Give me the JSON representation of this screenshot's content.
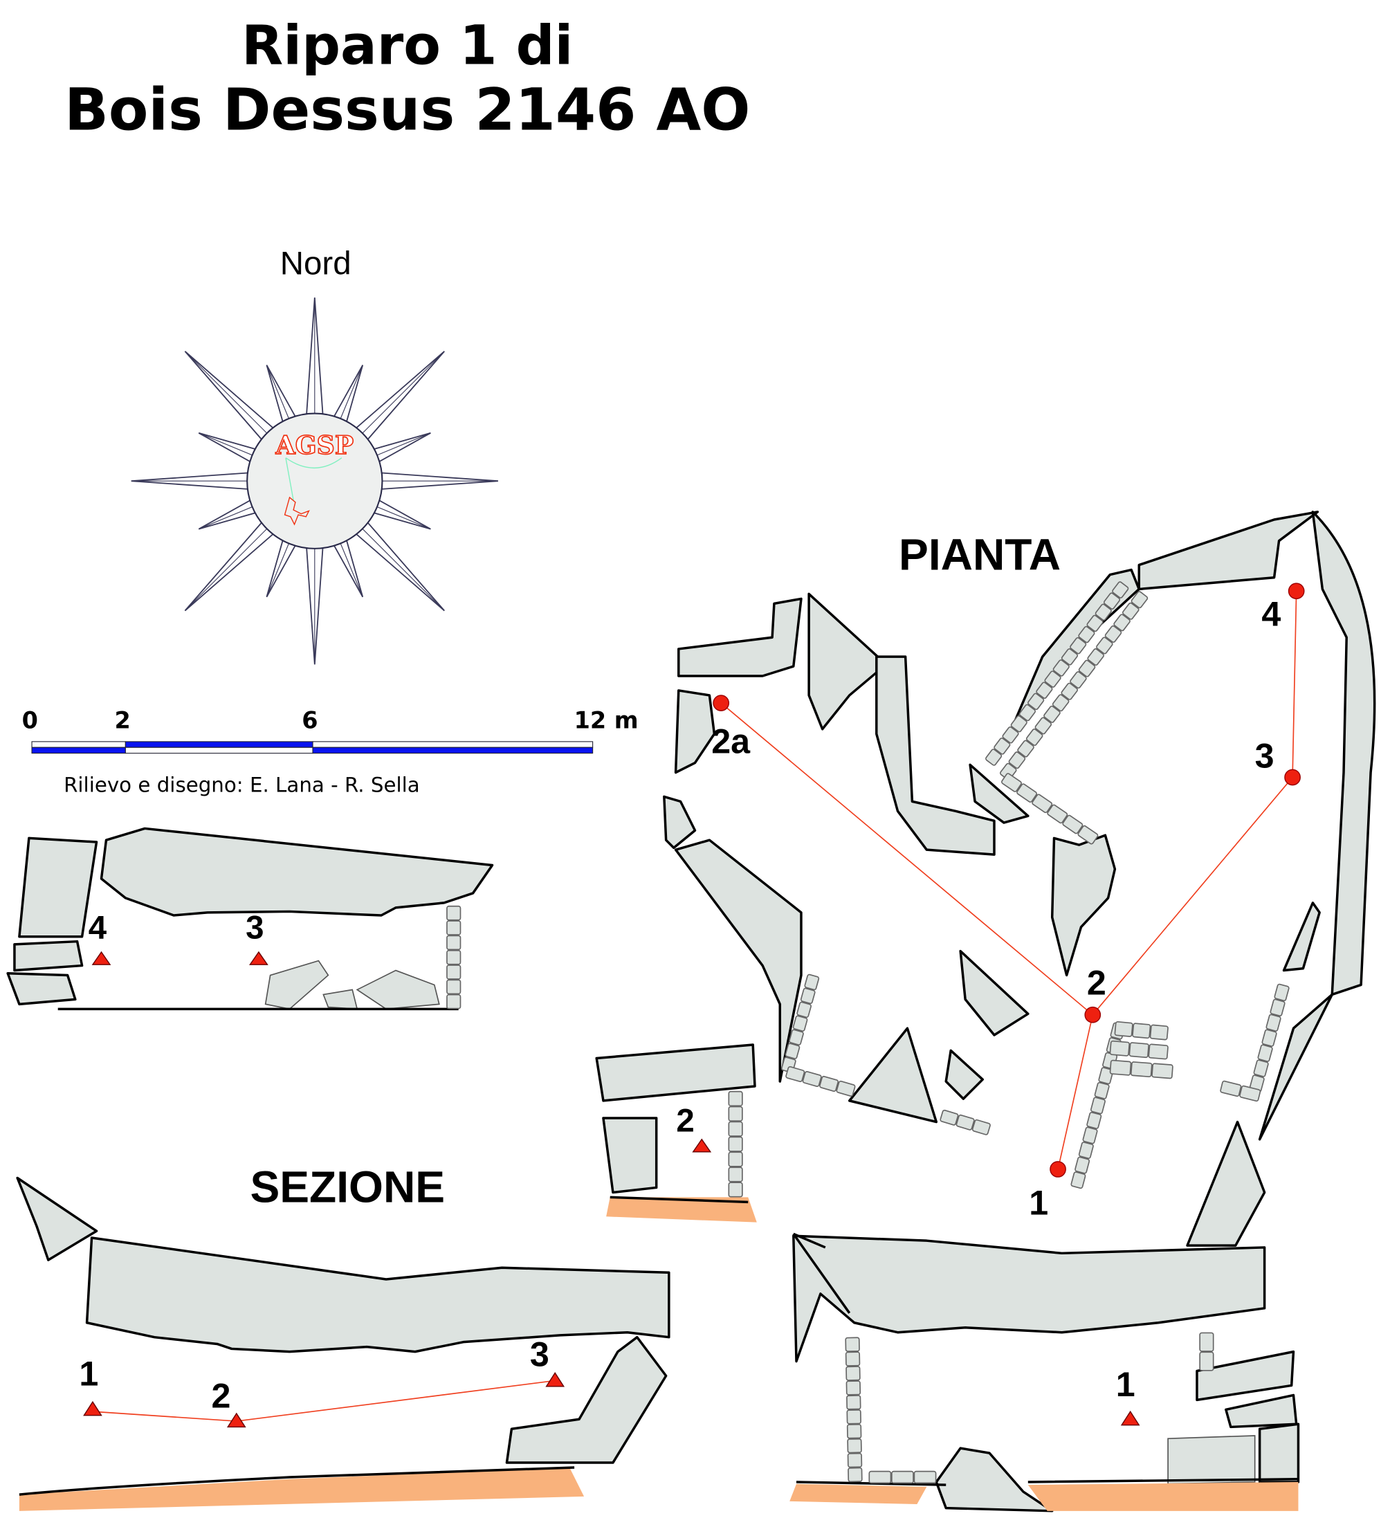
{
  "title": {
    "line1": "Riparo 1 di",
    "line2": "Bois Dessus 2146 AO"
  },
  "compass": {
    "north_label": "Nord",
    "logo_text": "AGSP"
  },
  "scale_bar": {
    "ticks": [
      "0",
      "2",
      "6",
      "12 m"
    ],
    "colors": {
      "fill": "#0a14f0",
      "empty": "#ffffff"
    }
  },
  "credits": "Rilievo e disegno: E. Lana - R. Sella",
  "plan": {
    "label": "PIANTA",
    "stations": [
      "1",
      "2",
      "2a",
      "3",
      "4"
    ]
  },
  "section": {
    "label": "SEZIONE",
    "upper_section_stations": [
      "4",
      "3"
    ],
    "lower_section_stations": [
      "1",
      "2",
      "3"
    ],
    "small_section_station": "2",
    "right_section_station": "1"
  },
  "colors": {
    "rock": "#dde3e0",
    "survey_line": "#f04020",
    "station": "#ee2010",
    "floor": "#f9b27c"
  }
}
